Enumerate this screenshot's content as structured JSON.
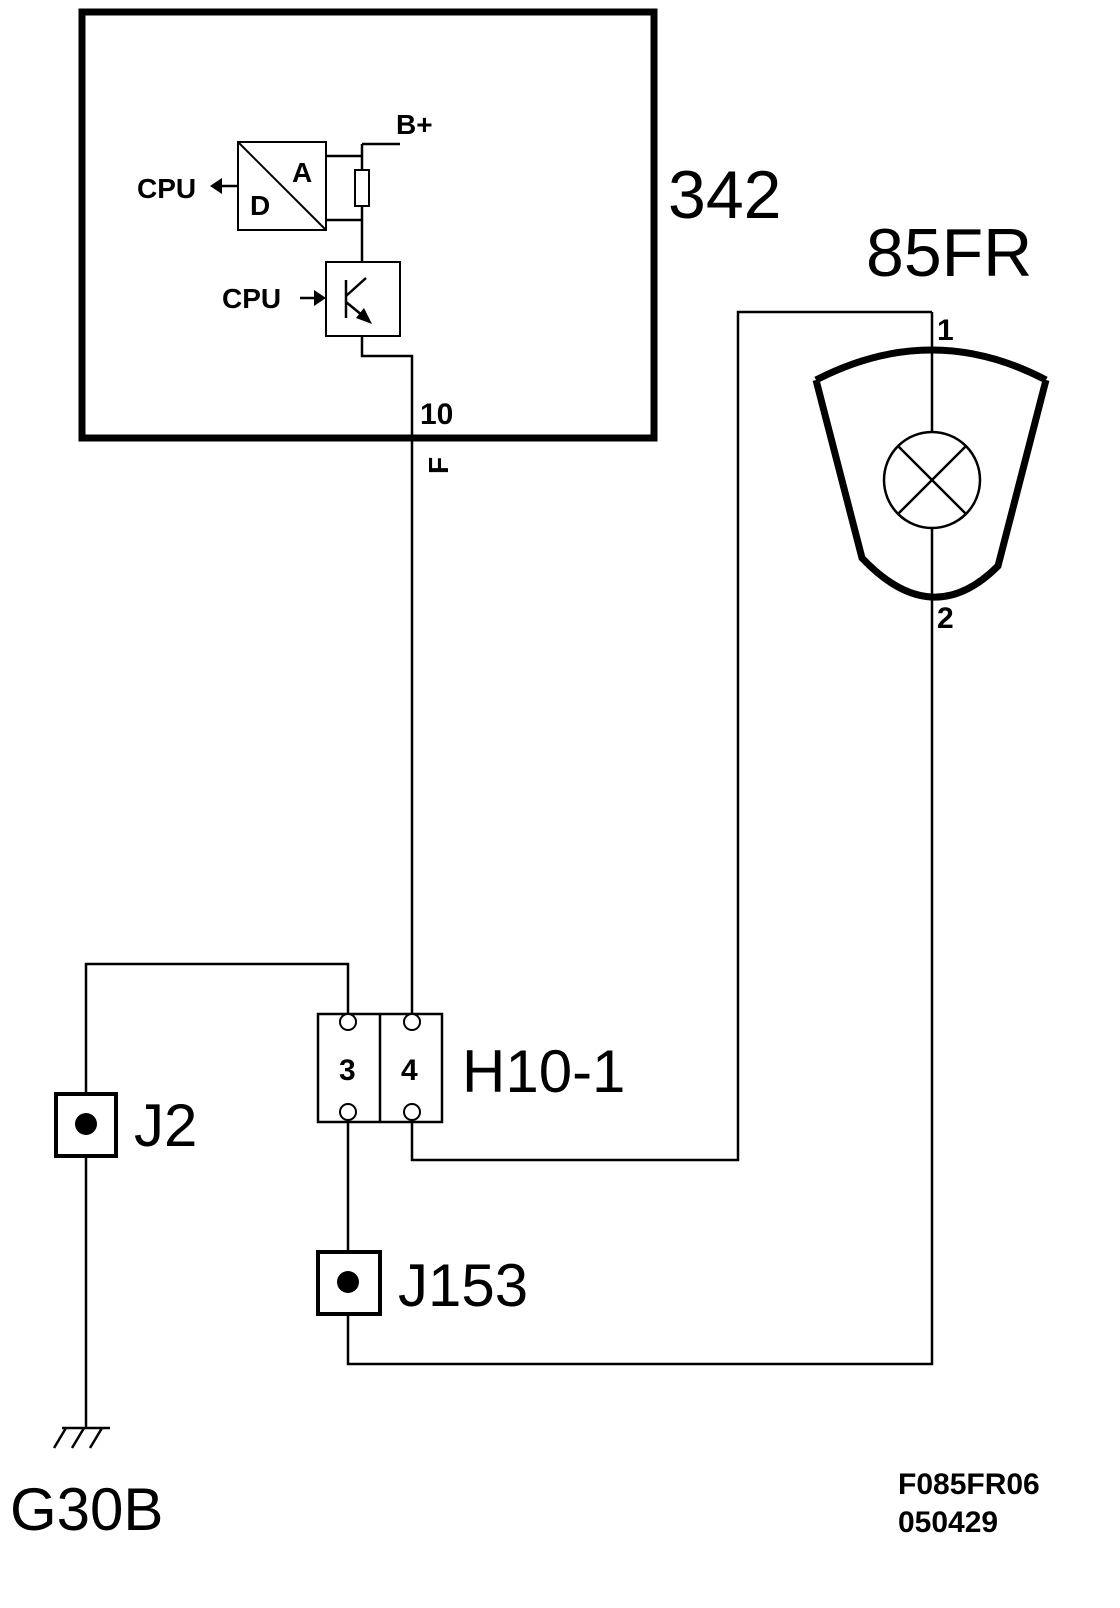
{
  "components": {
    "ecu": {
      "id": "342",
      "pin": "10",
      "wire_color": "F",
      "supply": "B+",
      "cpu_out": "CPU",
      "cpu_in": "CPU",
      "adc_a": "A",
      "adc_d": "D"
    },
    "lamp": {
      "id": "85FR",
      "pin1": "1",
      "pin2": "2"
    },
    "connector": {
      "id": "H10-1",
      "pin3": "3",
      "pin4": "4"
    },
    "splice_j2": {
      "id": "J2"
    },
    "splice_j153": {
      "id": "J153"
    },
    "ground": {
      "id": "G30B"
    }
  },
  "footer": {
    "code": "F085FR06",
    "date": "050429"
  },
  "icons": [
    "adc-converter-icon",
    "resistor-icon",
    "transistor-icon",
    "lamp-icon",
    "ground-icon",
    "splice-icon",
    "connector-icon"
  ]
}
